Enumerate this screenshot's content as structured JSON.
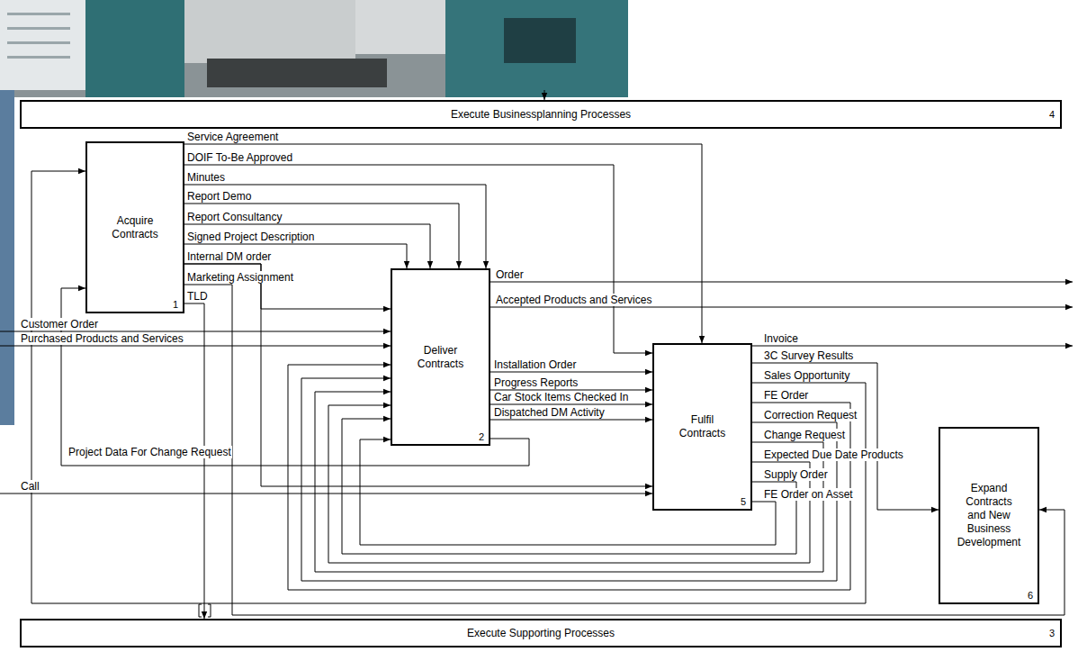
{
  "diagram": {
    "nodes": [
      {
        "text": [
          "Execute Businessplanning Processes",
          "4"
        ]
      },
      {
        "text": [
          "Acquire Contracts",
          "1"
        ]
      },
      {
        "text": [
          "Deliver Contracts",
          "2"
        ]
      },
      {
        "text": [
          "Fulfil Contracts",
          "5"
        ]
      },
      {
        "text": [
          "Expand Contracts and New Business Development",
          "6"
        ]
      },
      {
        "text": [
          "Execute Supporting Processes",
          "3"
        ]
      }
    ],
    "edges": [
      {
        "from": 1,
        "to": 3,
        "arrow": "to",
        "label": "Service Agreement"
      },
      {
        "from": 1,
        "to": 3,
        "arrow": "to",
        "label": "DOIF To-Be Approved"
      },
      {
        "from": 1,
        "to": 2,
        "arrow": "to",
        "label": "Minutes"
      },
      {
        "from": 1,
        "to": 2,
        "arrow": "to",
        "label": "Report Demo"
      },
      {
        "from": 1,
        "to": 2,
        "arrow": "to",
        "label": "Report Consultancy"
      },
      {
        "from": 1,
        "to": 2,
        "arrow": "to",
        "label": "Signed Project Description"
      },
      {
        "from": 1,
        "to": 2,
        "arrow": "to",
        "label": "Internal DM order"
      },
      {
        "from": 1,
        "to": 3,
        "arrow": "to"
      },
      {
        "from": 1,
        "to": 4,
        "arrow": "to",
        "label": "Marketing Assignment"
      },
      {
        "from": 1,
        "to": 5,
        "arrow": "to",
        "label": "TLD"
      },
      {
        "from": 2,
        "to": 3,
        "arrow": "to",
        "label": "Installation Order"
      },
      {
        "from": 2,
        "to": 3,
        "arrow": "to",
        "label": "Progress Reports"
      },
      {
        "from": 2,
        "to": 3,
        "arrow": "to",
        "label": "Car Stock Items Checked In"
      },
      {
        "from": 2,
        "to": 3,
        "arrow": "to",
        "label": "Dispatched DM Activity"
      },
      {
        "from": 2,
        "to": 1,
        "arrow": "to",
        "label": "Project Data For Change Request"
      },
      {
        "from": 3,
        "to": 4,
        "arrow": "to",
        "label": "3C Survey Results"
      },
      {
        "from": 3,
        "to": 1,
        "arrow": "to",
        "label": "Sales Opportunity"
      },
      {
        "from": 3,
        "to": 2,
        "arrow": "to",
        "label": "FE Order"
      },
      {
        "from": 3,
        "to": 2,
        "arrow": "to",
        "label": "Correction Request"
      },
      {
        "from": 3,
        "to": 2,
        "arrow": "to",
        "label": "Change Request"
      },
      {
        "from": 3,
        "to": 2,
        "arrow": "to",
        "label": "Expected Due Date Products"
      },
      {
        "from": 3,
        "to": 2,
        "arrow": "to",
        "label": "Supply Order"
      },
      {
        "from": 3,
        "to": 2,
        "arrow": "to",
        "label": "FE Order on Asset"
      }
    ],
    "labels": [
      "Order",
      "Accepted Products and Services",
      "Customer Order",
      "Purchased Products and Services",
      "Invoice",
      "Call"
    ]
  }
}
